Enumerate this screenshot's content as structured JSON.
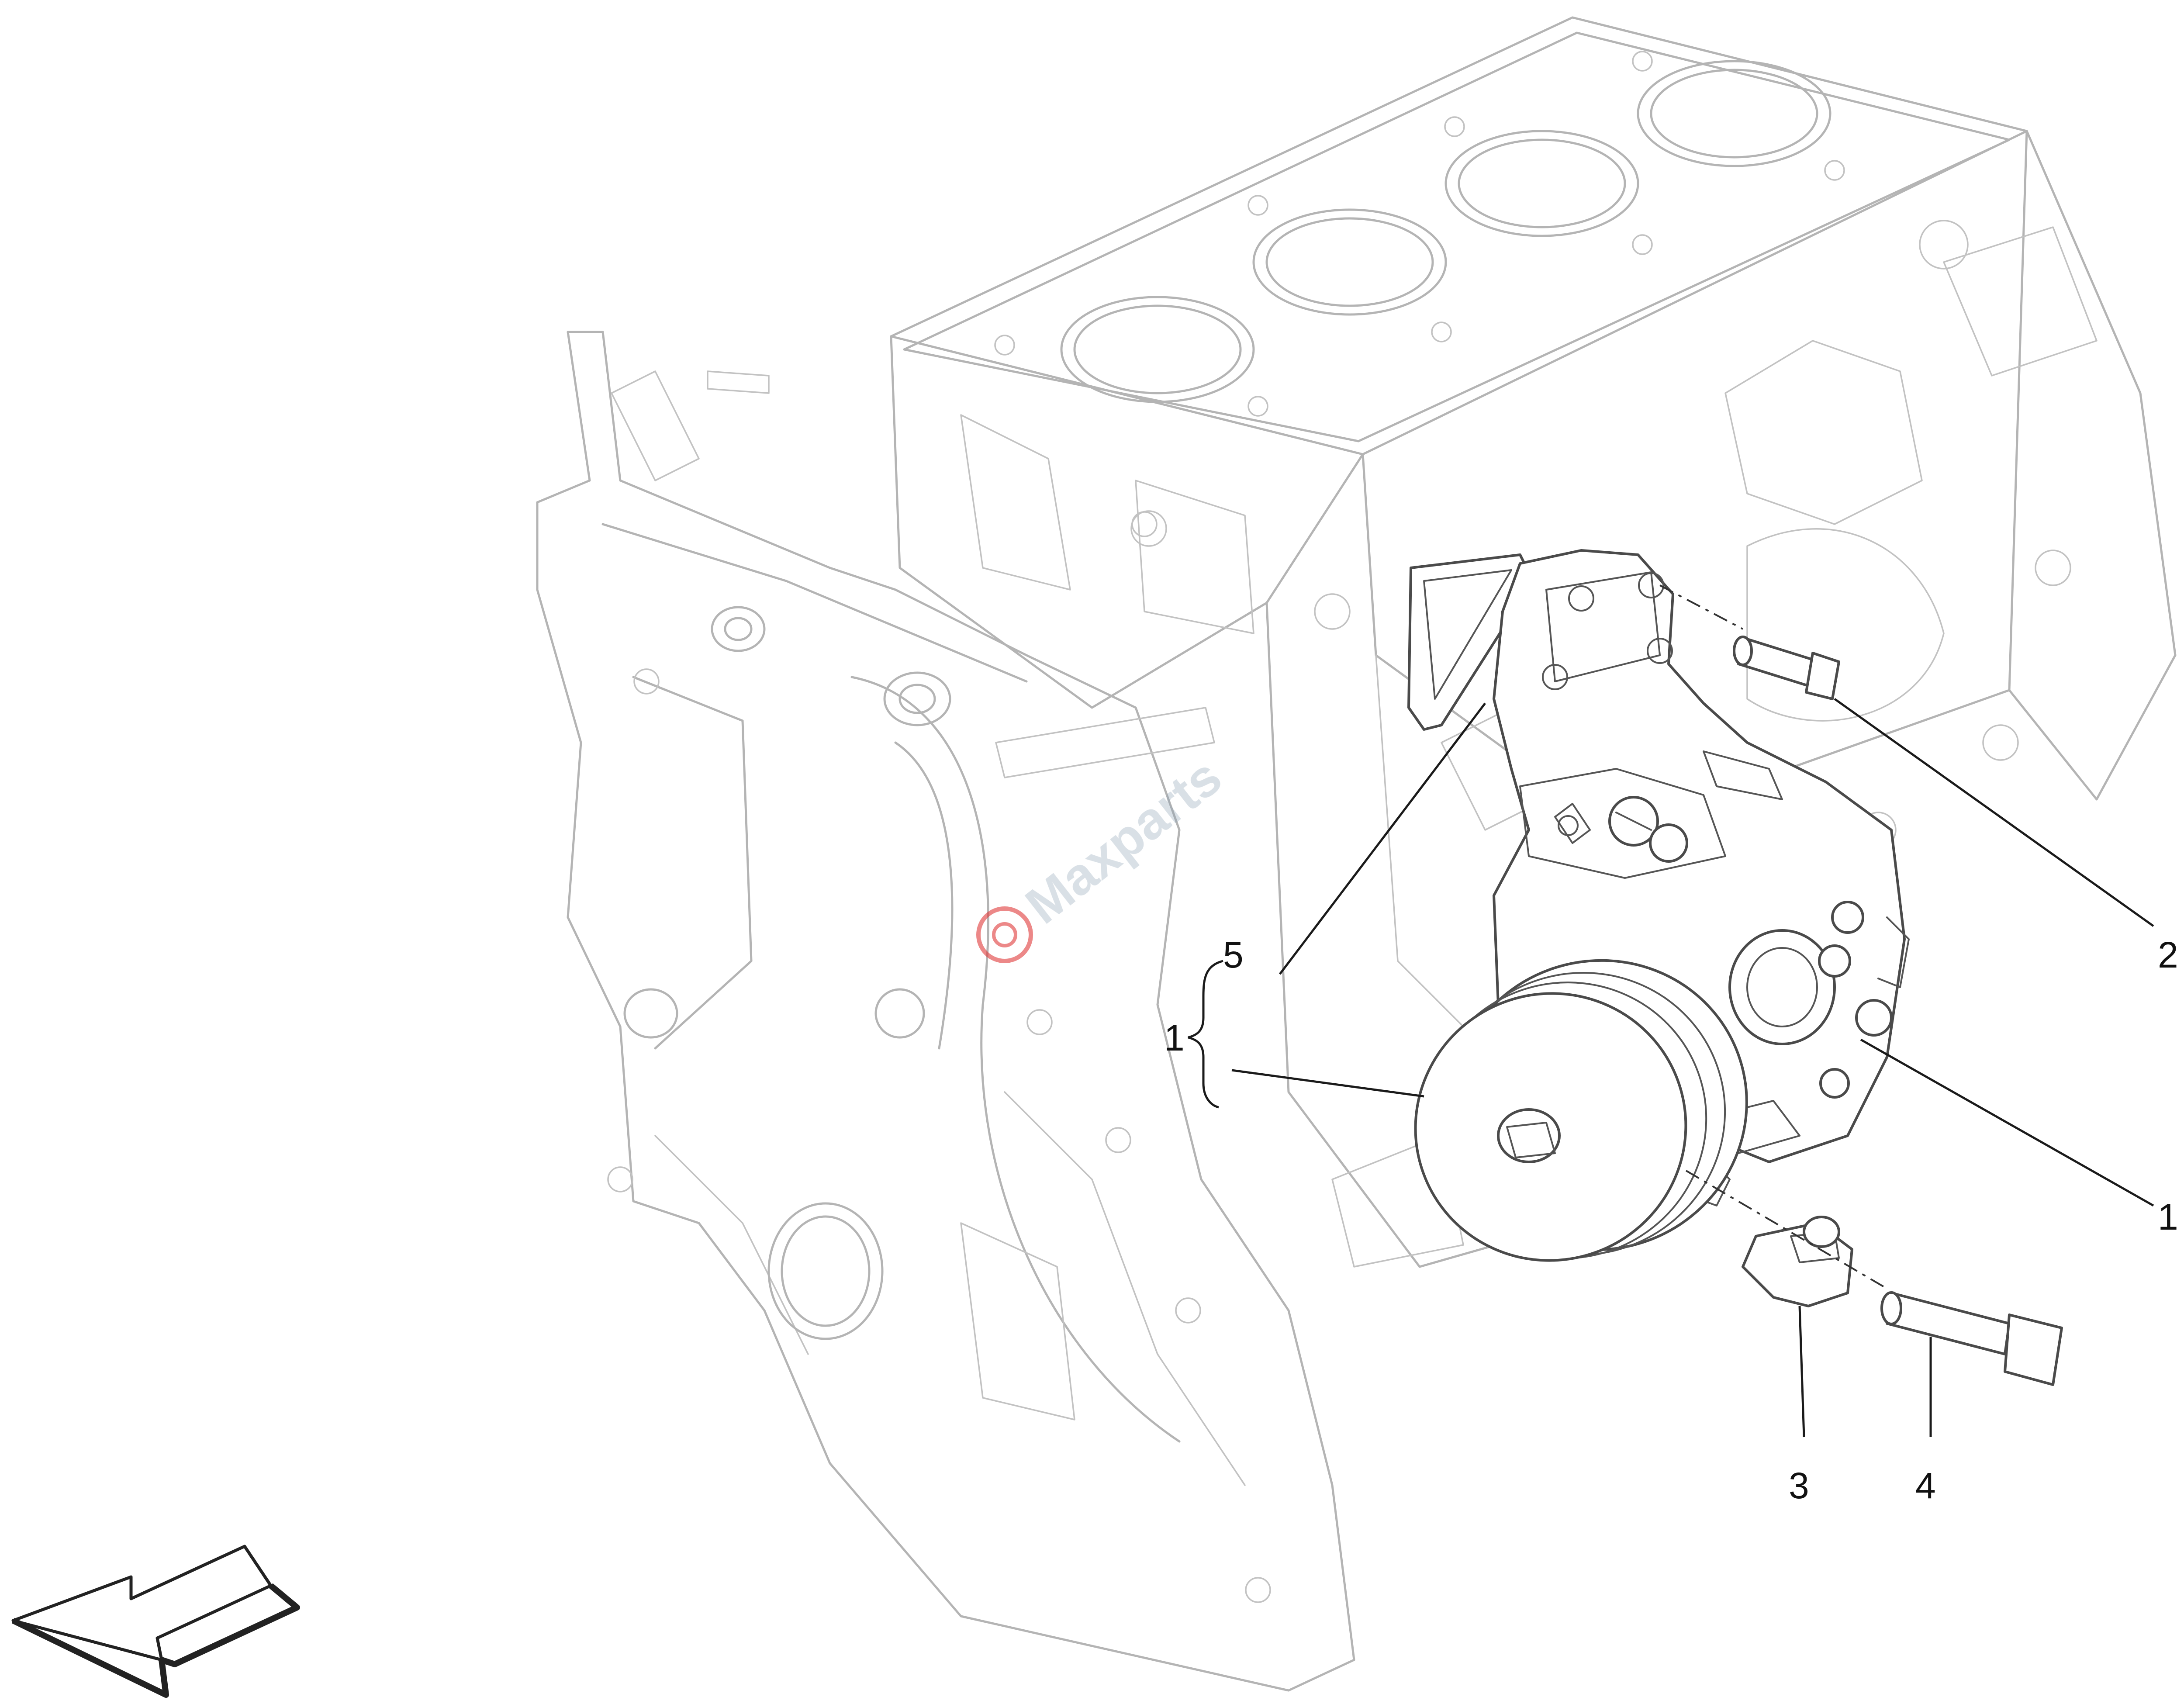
{
  "callouts": {
    "one_bracket": "1",
    "five": "5",
    "two": "2",
    "one_right": "1",
    "three": "3",
    "four": "4"
  },
  "watermark": {
    "brand": "Maxparts",
    "color": "#8fa3b5",
    "accent": "#e03a3a"
  },
  "icons": {
    "direction_arrow": "arrow-down-left-icon"
  }
}
